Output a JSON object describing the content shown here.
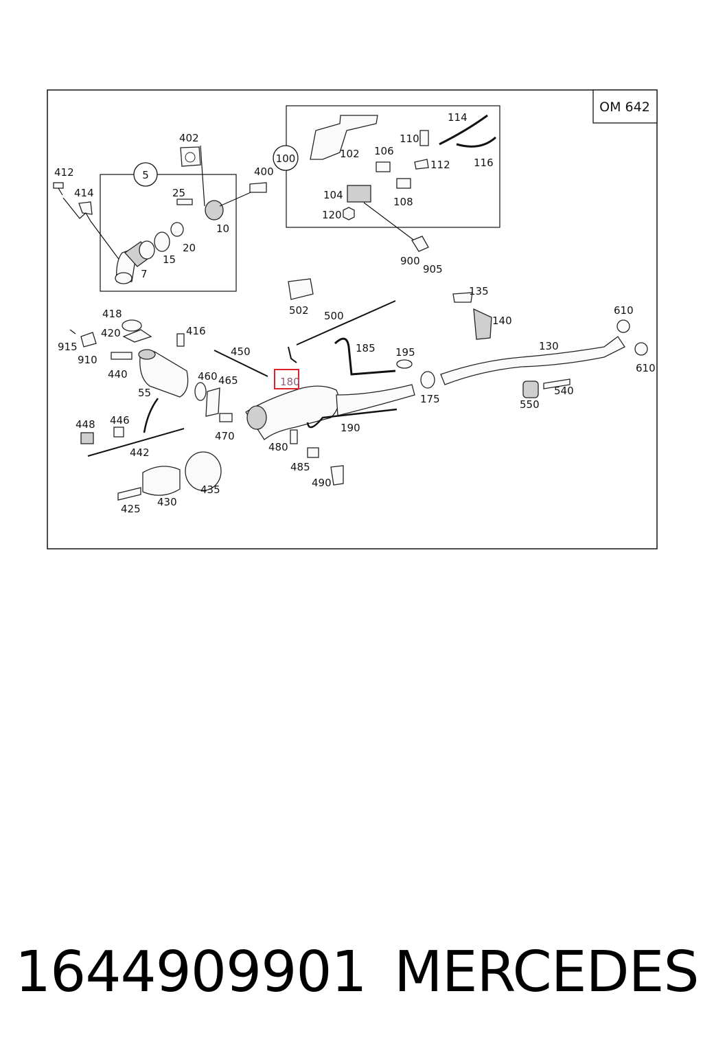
{
  "diagram": {
    "engine_label": "OM 642",
    "groups": [
      "5",
      "100"
    ],
    "callouts": [
      "412",
      "414",
      "402",
      "400",
      "25",
      "10",
      "20",
      "15",
      "7",
      "100",
      "102",
      "106",
      "110",
      "114",
      "112",
      "116",
      "104",
      "108",
      "120",
      "900",
      "905",
      "502",
      "500",
      "135",
      "140",
      "610",
      "418",
      "420",
      "416",
      "915",
      "910",
      "440",
      "55",
      "450",
      "180",
      "185",
      "195",
      "130",
      "460",
      "465",
      "470",
      "175",
      "540",
      "550",
      "448",
      "446",
      "442",
      "480",
      "190",
      "485",
      "490",
      "425",
      "430",
      "435"
    ],
    "highlighted_part": "180",
    "highlight_color": "#e0202a"
  },
  "footer": {
    "part_number": "1644909901",
    "brand": "MERCEDES"
  }
}
